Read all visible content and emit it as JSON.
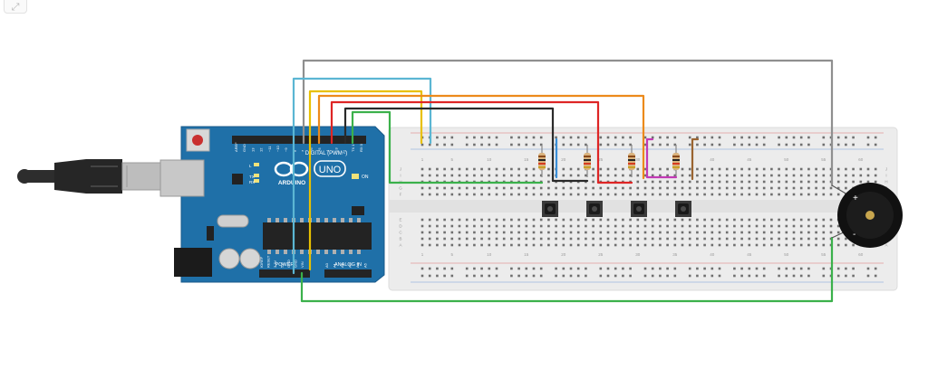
{
  "toolbar": {
    "fit_icon": "expand-arrows-icon"
  },
  "arduino": {
    "brand": "ARDUINO",
    "model": "UNO",
    "digital_label": "DIGITAL (PWM~)",
    "power_label": "POWER",
    "analog_label": "ANALOG IN",
    "on_label": "ON",
    "tx_label": "TX",
    "rx_label": "RX",
    "l_label": "L",
    "digital_pins": [
      "AREF",
      "GND",
      "13",
      "12",
      "~11",
      "~10",
      "~9",
      "8",
      "7",
      "~6",
      "~5",
      "4",
      "~3",
      "2",
      "TX 1",
      "RX 0"
    ],
    "power_pins": [
      "IOREF",
      "RESET",
      "3.3V",
      "5V",
      "GND",
      "GND",
      "VIN"
    ],
    "analog_pins": [
      "A0",
      "A1",
      "A2",
      "A3",
      "A4",
      "A5"
    ]
  },
  "breadboard": {
    "column_numbers": [
      "1",
      "5",
      "10",
      "15",
      "20",
      "25",
      "30",
      "35",
      "40",
      "45",
      "50",
      "55",
      "60"
    ],
    "row_letters_top": [
      "J",
      "I",
      "H",
      "G",
      "F"
    ],
    "row_letters_bottom": [
      "E",
      "D",
      "C",
      "B",
      "A"
    ]
  },
  "buzzer": {
    "plus_label": "+",
    "minus_label": "-"
  },
  "colors": {
    "board": "#1f70a8",
    "breadboard": "#ececec",
    "wire_gray": "#8f8f8f",
    "wire_cyan": "#5bb6d3",
    "wire_yellow": "#e8c000",
    "wire_orange": "#ec8a1b",
    "wire_red": "#de2525",
    "wire_black": "#2a2a2a",
    "wire_green": "#3bb14b",
    "wire_purple": "#c23ab5",
    "wire_brown": "#9a6430",
    "wire_blue": "#3a8fd8"
  }
}
